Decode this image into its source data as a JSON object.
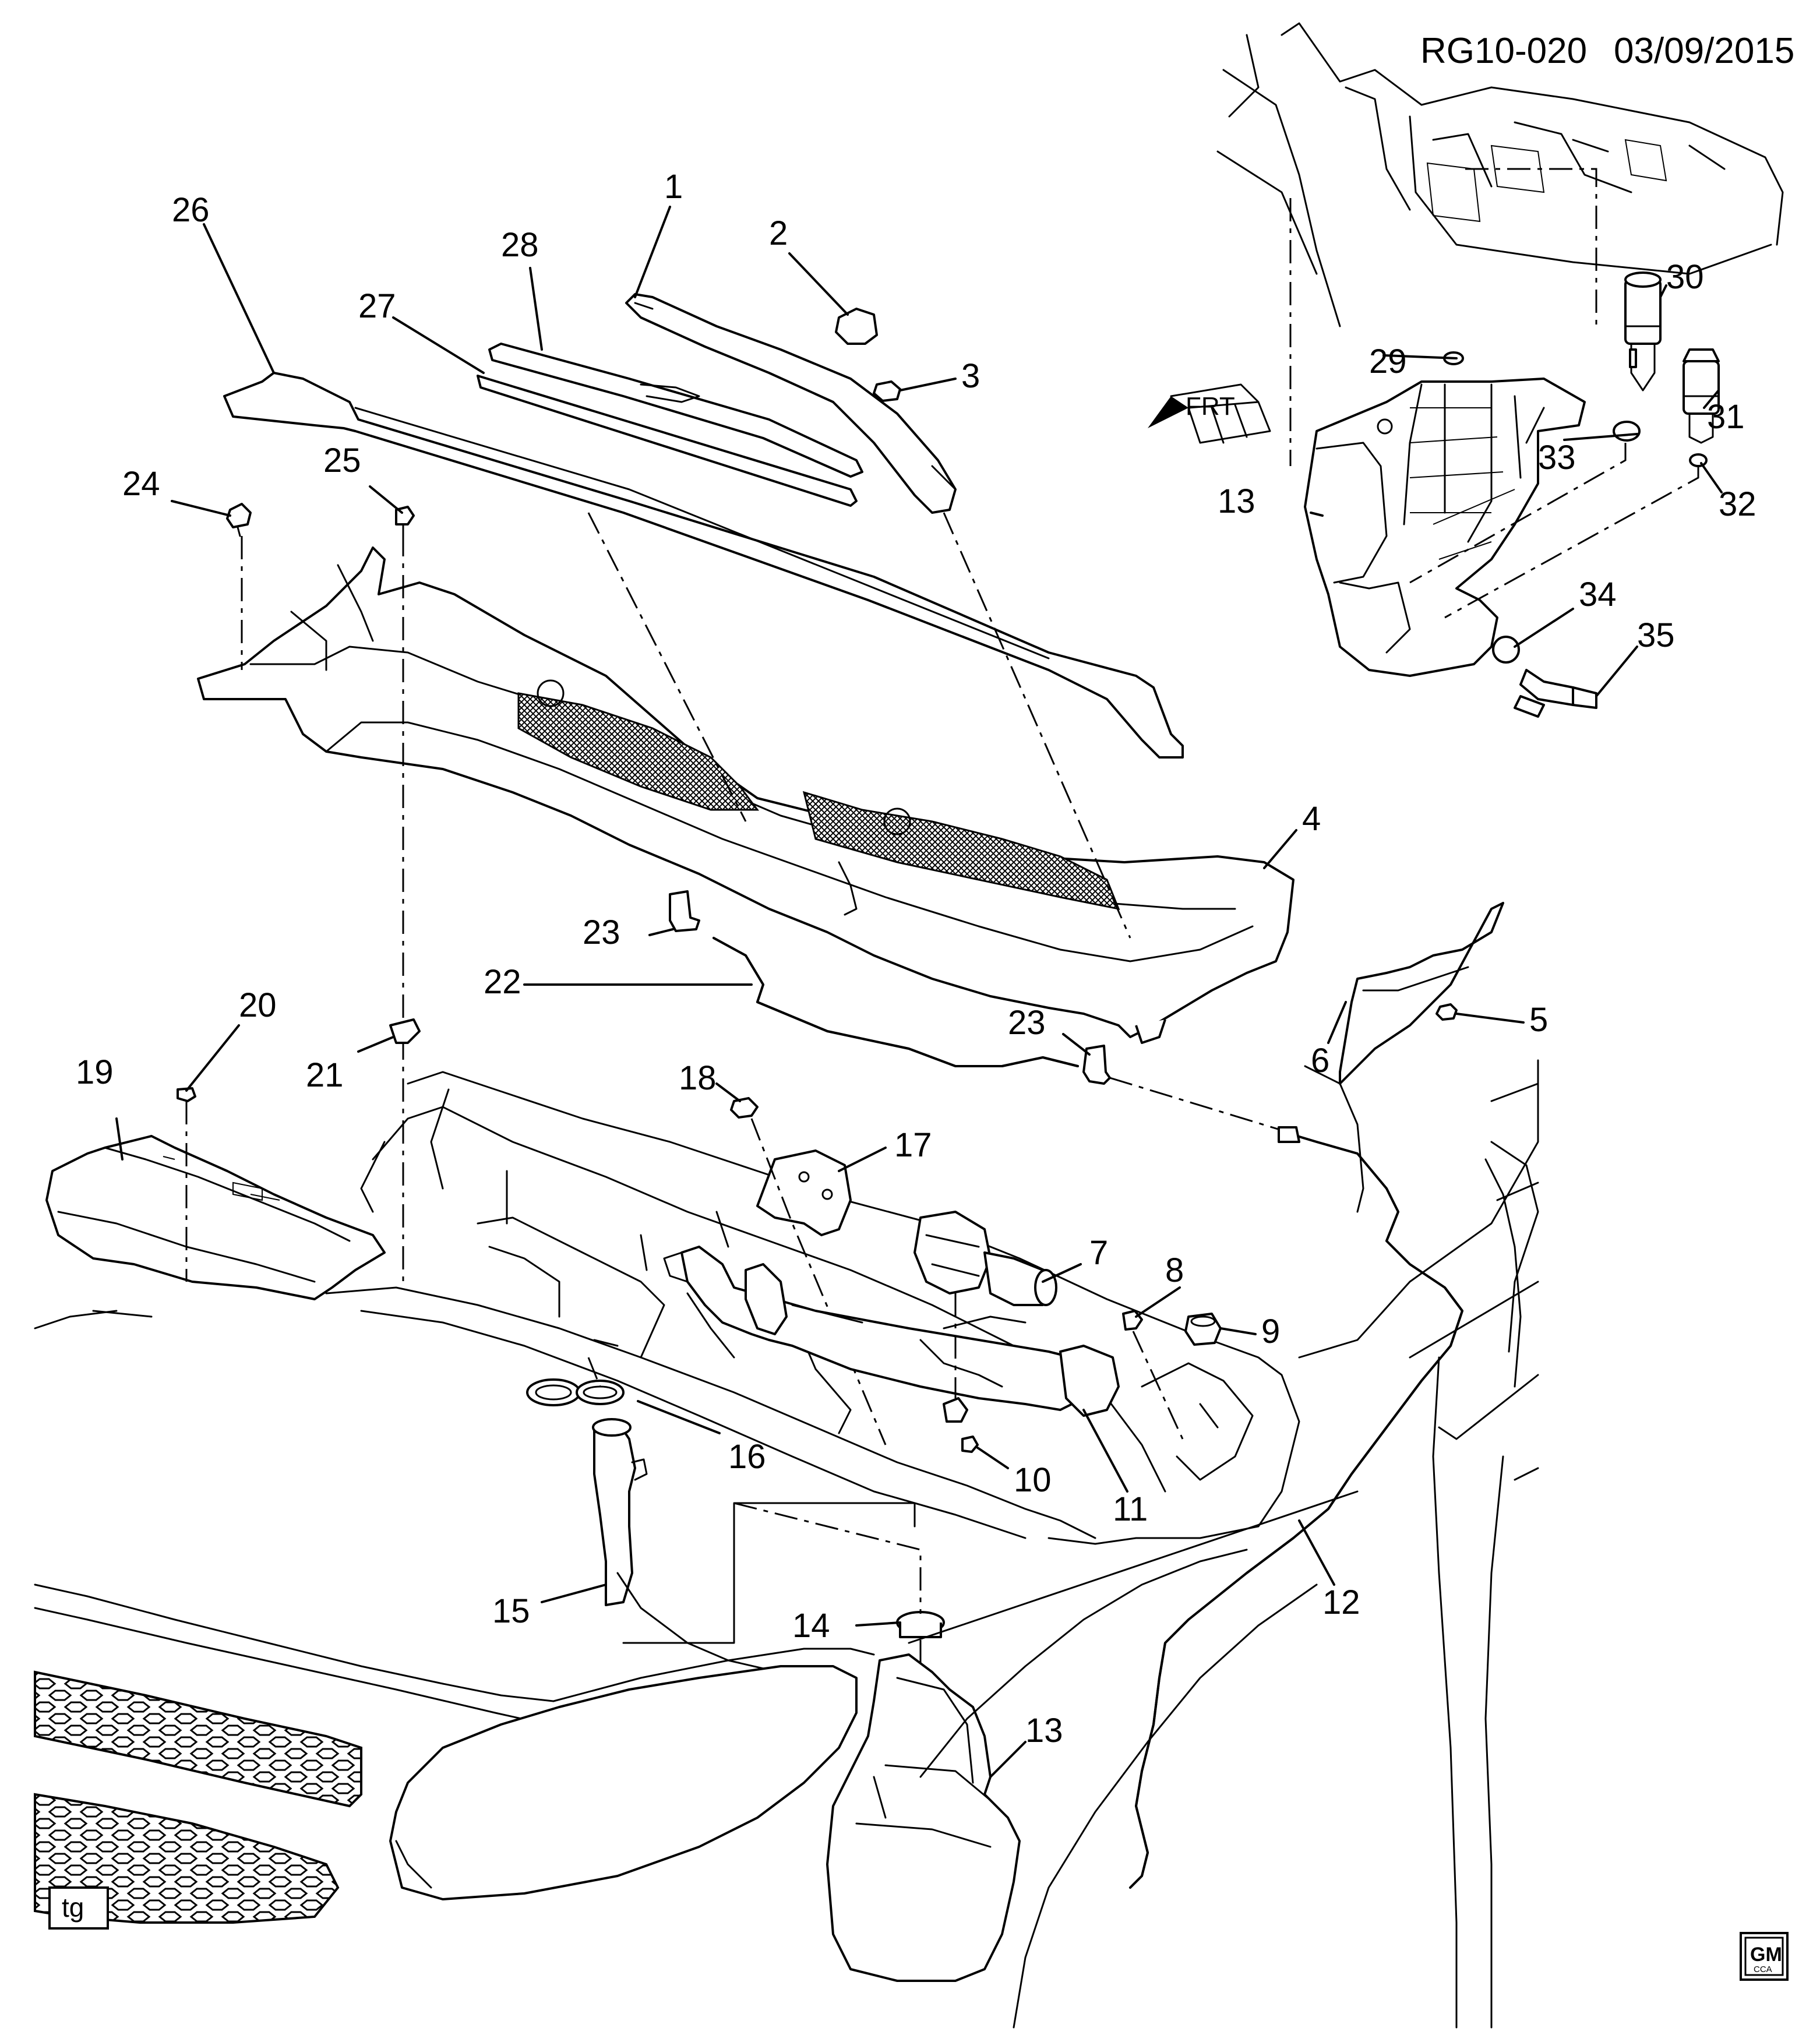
{
  "header": {
    "diagram_code": "RG10-020",
    "date": "03/09/2015"
  },
  "direction_marker": {
    "label": "FRT"
  },
  "tag_box": {
    "label": "tg"
  },
  "logo": {
    "text": "GM",
    "subtext": "CCA"
  },
  "callouts": [
    {
      "id": "c1",
      "label": "1"
    },
    {
      "id": "c2",
      "label": "2"
    },
    {
      "id": "c3",
      "label": "3"
    },
    {
      "id": "c4",
      "label": "4"
    },
    {
      "id": "c5",
      "label": "5"
    },
    {
      "id": "c6",
      "label": "6"
    },
    {
      "id": "c7",
      "label": "7"
    },
    {
      "id": "c8",
      "label": "8"
    },
    {
      "id": "c9",
      "label": "9"
    },
    {
      "id": "c10",
      "label": "10"
    },
    {
      "id": "c11",
      "label": "11"
    },
    {
      "id": "c12",
      "label": "12"
    },
    {
      "id": "c13a",
      "label": "13"
    },
    {
      "id": "c13b",
      "label": "13"
    },
    {
      "id": "c14",
      "label": "14"
    },
    {
      "id": "c15",
      "label": "15"
    },
    {
      "id": "c16",
      "label": "16"
    },
    {
      "id": "c17",
      "label": "17"
    },
    {
      "id": "c18",
      "label": "18"
    },
    {
      "id": "c19",
      "label": "19"
    },
    {
      "id": "c20",
      "label": "20"
    },
    {
      "id": "c21",
      "label": "21"
    },
    {
      "id": "c22",
      "label": "22"
    },
    {
      "id": "c23a",
      "label": "23"
    },
    {
      "id": "c23b",
      "label": "23"
    },
    {
      "id": "c24",
      "label": "24"
    },
    {
      "id": "c25",
      "label": "25"
    },
    {
      "id": "c26",
      "label": "26"
    },
    {
      "id": "c27",
      "label": "27"
    },
    {
      "id": "c28",
      "label": "28"
    },
    {
      "id": "c29",
      "label": "29"
    },
    {
      "id": "c30",
      "label": "30"
    },
    {
      "id": "c31",
      "label": "31"
    },
    {
      "id": "c32",
      "label": "32"
    },
    {
      "id": "c33",
      "label": "33"
    },
    {
      "id": "c34",
      "label": "34"
    },
    {
      "id": "c35",
      "label": "35"
    }
  ]
}
